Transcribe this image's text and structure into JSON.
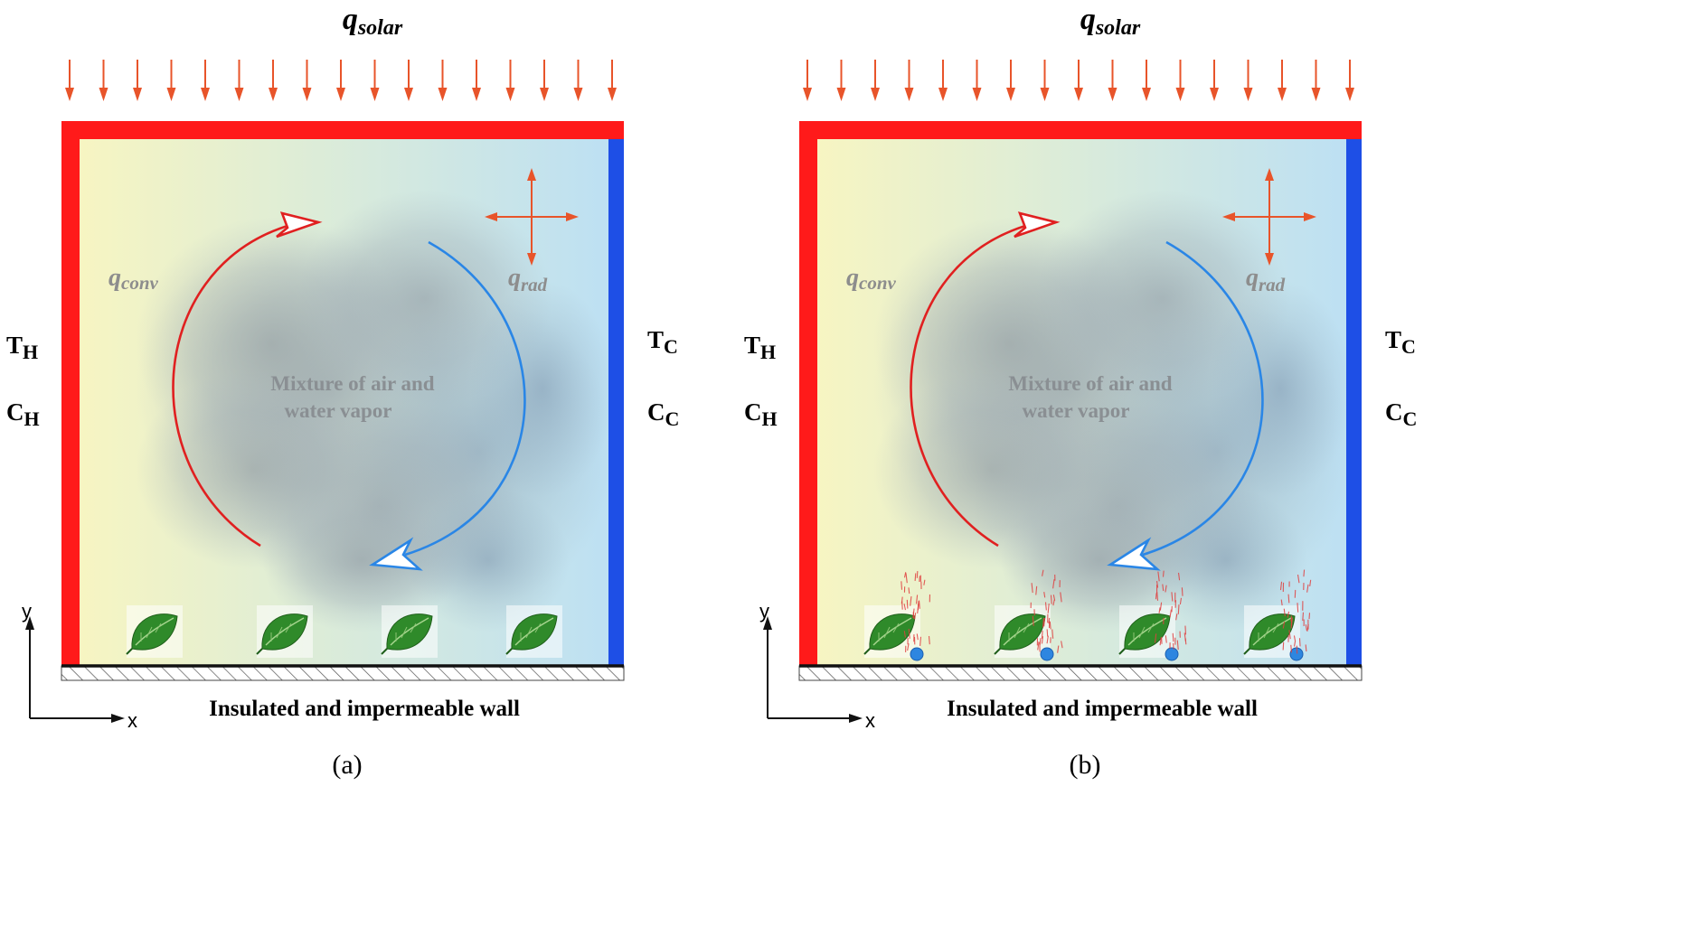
{
  "panels": [
    {
      "id": "a",
      "flux_top": "q",
      "flux_top_sub": "solar",
      "hot_temp": "T",
      "hot_temp_sub": "H",
      "hot_conc": "C",
      "hot_conc_sub": "H",
      "cold_temp": "T",
      "cold_temp_sub": "C",
      "cold_conc": "C",
      "cold_conc_sub": "C",
      "conv_label": "q",
      "conv_sub": "conv",
      "rad_label": "q",
      "rad_sub": "rad",
      "mixture_line1": "Mixture of air and",
      "mixture_line2": "water vapor",
      "bottom_wall": "Insulated and impermeable wall",
      "axis_y": "y",
      "axis_x": "x",
      "caption": "(a)",
      "evaporation": false
    },
    {
      "id": "b",
      "flux_top": "q",
      "flux_top_sub": "solar",
      "hot_temp": "T",
      "hot_temp_sub": "H",
      "hot_conc": "C",
      "hot_conc_sub": "H",
      "cold_temp": "T",
      "cold_temp_sub": "C",
      "cold_conc": "C",
      "cold_conc_sub": "C",
      "conv_label": "q",
      "conv_sub": "conv",
      "rad_label": "q",
      "rad_sub": "rad",
      "mixture_line1": "Mixture of air and",
      "mixture_line2": "water vapor",
      "bottom_wall": "Insulated and impermeable wall",
      "axis_y": "y",
      "axis_x": "x",
      "caption": "(b)",
      "evaporation": true
    }
  ],
  "colors": {
    "hot_wall": "#ff1a1a",
    "cold_wall": "#1e4fe6",
    "solar_arrow": "#e8542a",
    "conv_arrow": "#e02020",
    "rad_arrow": "#2a86e6",
    "cavity_warm": "#f6f4c6",
    "cavity_cool": "#bfe1f2"
  }
}
